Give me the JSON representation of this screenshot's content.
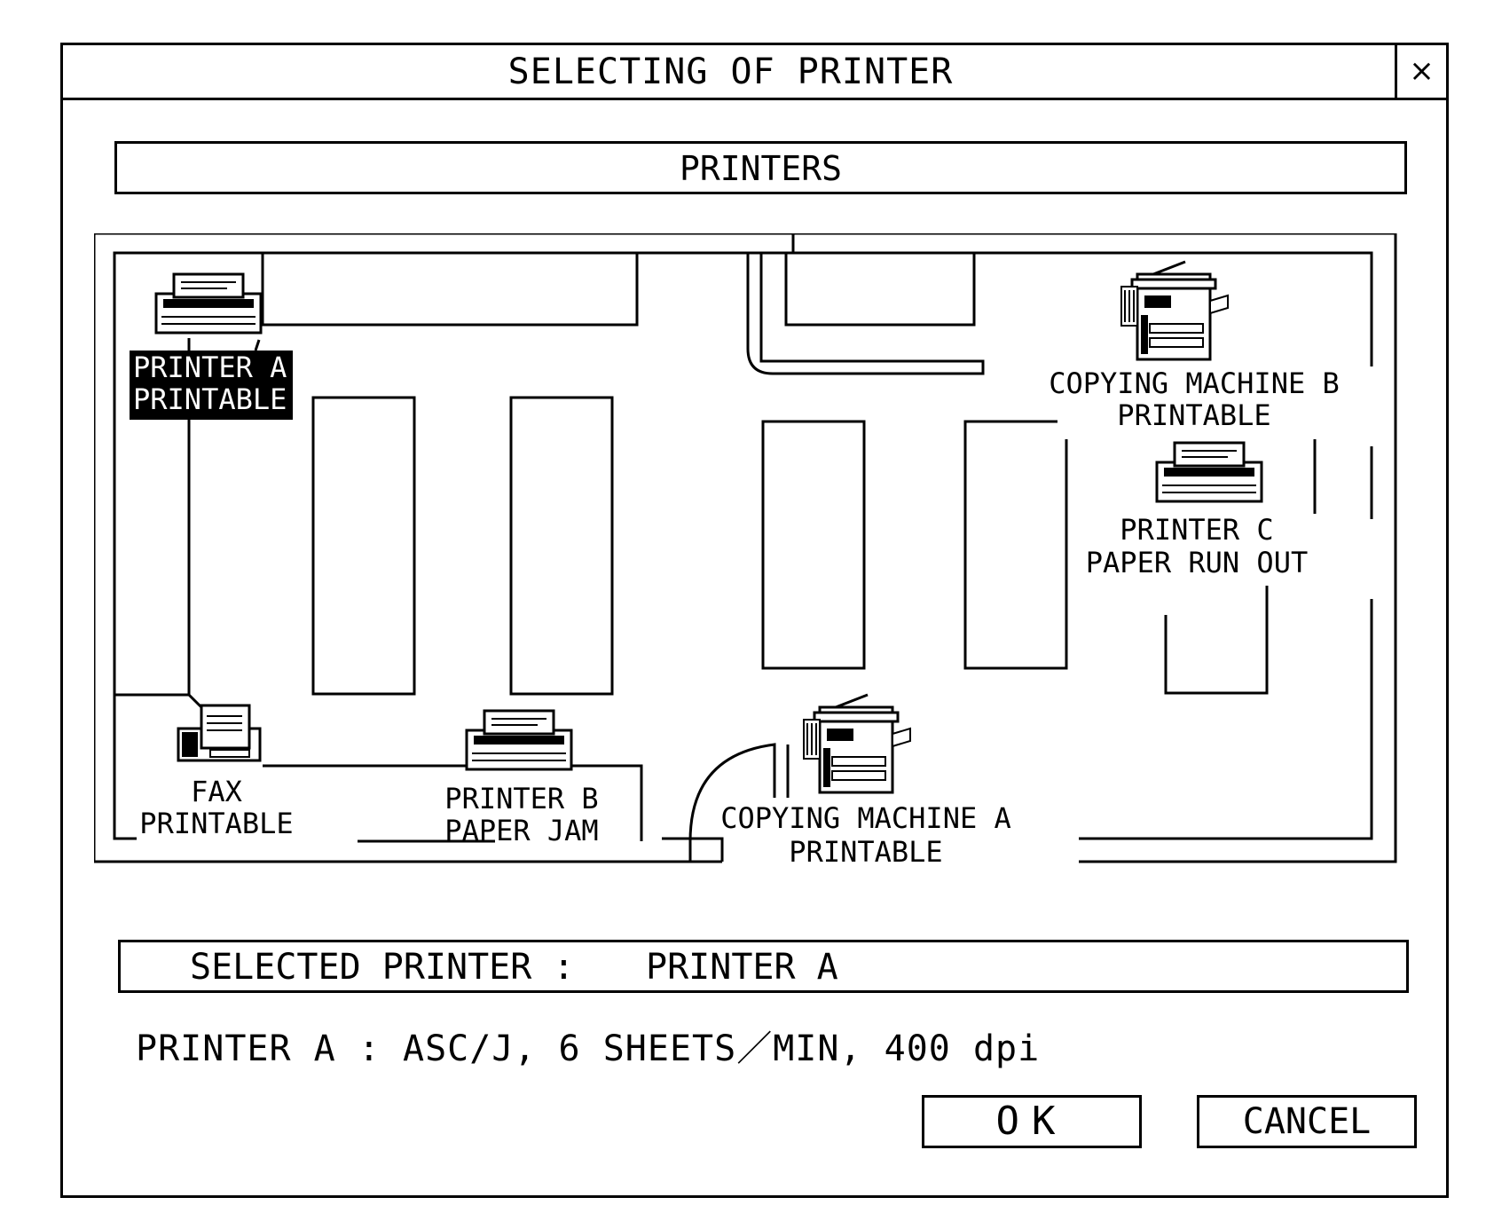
{
  "window": {
    "title": "SELECTING OF PRINTER",
    "close_glyph": "×"
  },
  "printers_header": "PRINTERS",
  "devices": [
    {
      "name": "PRINTER A",
      "status": "PRINTABLE",
      "icon": "printer-icon",
      "selected": true
    },
    {
      "name": "COPYING MACHINE B",
      "status": "PRINTABLE",
      "icon": "copier-icon",
      "selected": false
    },
    {
      "name": "PRINTER C",
      "status": "PAPER RUN OUT",
      "icon": "printer-icon",
      "selected": false
    },
    {
      "name": "FAX",
      "status": "PRINTABLE",
      "icon": "fax-icon",
      "selected": false
    },
    {
      "name": "PRINTER B",
      "status": "PAPER JAM",
      "icon": "printer-icon",
      "selected": false
    },
    {
      "name": "COPYING MACHINE A",
      "status": "PRINTABLE",
      "icon": "copier-icon",
      "selected": false
    }
  ],
  "selection": {
    "label": "SELECTED PRINTER :",
    "value": "PRINTER A"
  },
  "printer_info": "PRINTER A : ASC/J, 6 SHEETS／MIN, 400 dpi",
  "buttons": {
    "ok": "OK",
    "cancel": "CANCEL"
  },
  "colors": {
    "foreground": "#000000",
    "background": "#ffffff",
    "selected_label_bg": "#000000",
    "selected_label_fg": "#ffffff"
  }
}
